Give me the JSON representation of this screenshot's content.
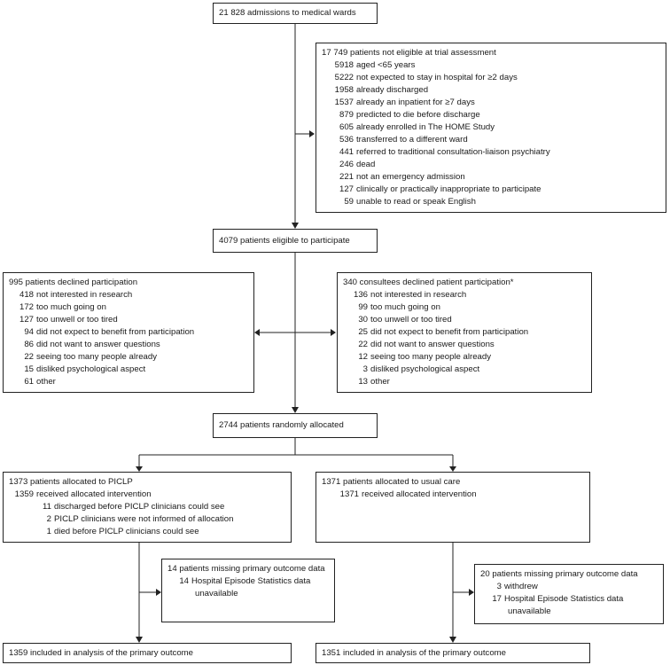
{
  "admissions": "21 828 admissions to medical wards",
  "not_eligible": {
    "title": "17 749 patients not eligible at trial assessment",
    "items": [
      {
        "n": "5918",
        "t": "aged <65 years"
      },
      {
        "n": "5222",
        "t": "not expected to stay in hospital for ≥2 days"
      },
      {
        "n": "1958",
        "t": "already discharged"
      },
      {
        "n": "1537",
        "t": "already an inpatient for ≥7 days"
      },
      {
        "n": "879",
        "t": "predicted to die before discharge"
      },
      {
        "n": "605",
        "t": "already enrolled in The HOME Study"
      },
      {
        "n": "536",
        "t": "transferred to a different ward"
      },
      {
        "n": "441",
        "t": "referred to traditional consultation-liaison psychiatry"
      },
      {
        "n": "246",
        "t": "dead"
      },
      {
        "n": "221",
        "t": "not an emergency admission"
      },
      {
        "n": "127",
        "t": "clinically or practically inappropriate to participate"
      },
      {
        "n": "59",
        "t": "unable to read or speak English"
      }
    ]
  },
  "eligible": "4079 patients eligible to participate",
  "declined_patients": {
    "title": "995 patients declined participation",
    "items": [
      {
        "n": "418",
        "t": "not interested in research"
      },
      {
        "n": "172",
        "t": "too much going on"
      },
      {
        "n": "127",
        "t": "too unwell or too tired"
      },
      {
        "n": "94",
        "t": "did not expect to benefit from participation"
      },
      {
        "n": "86",
        "t": "did not want to answer questions"
      },
      {
        "n": "22",
        "t": "seeing too many people already"
      },
      {
        "n": "15",
        "t": "disliked psychological aspect"
      },
      {
        "n": "61",
        "t": "other"
      }
    ]
  },
  "declined_consultees": {
    "title": "340 consultees declined patient participation*",
    "items": [
      {
        "n": "136",
        "t": "not interested in research"
      },
      {
        "n": "99",
        "t": "too much going on"
      },
      {
        "n": "30",
        "t": "too unwell or too tired"
      },
      {
        "n": "25",
        "t": "did not expect to benefit from participation"
      },
      {
        "n": "22",
        "t": "did not want to answer questions"
      },
      {
        "n": "12",
        "t": "seeing too many people already"
      },
      {
        "n": "3",
        "t": "disliked psychological aspect"
      },
      {
        "n": "13",
        "t": "other"
      }
    ]
  },
  "randomised": "2744 patients randomly allocated",
  "piclp": {
    "title": "1373 patients allocated to PICLP",
    "received": {
      "n": "1359",
      "t": "received allocated intervention"
    },
    "items": [
      {
        "n": "11",
        "t": "discharged before PICLP clinicians could see"
      },
      {
        "n": "2",
        "t": "PICLP clinicians were not informed of allocation"
      },
      {
        "n": "1",
        "t": "died before PICLP clinicians could see"
      }
    ]
  },
  "usual": {
    "title": "1371 patients allocated to usual care",
    "received": {
      "n": "1371",
      "t": "received allocated intervention"
    }
  },
  "missing_piclp": {
    "title": "14 patients missing primary outcome data",
    "items": [
      {
        "n": "14",
        "t": "Hospital Episode Statistics data"
      }
    ],
    "continuation": "unavailable"
  },
  "missing_usual": {
    "title": "20 patients missing primary outcome data",
    "items": [
      {
        "n": "3",
        "t": "withdrew"
      },
      {
        "n": "17",
        "t": "Hospital Episode Statistics data"
      }
    ],
    "continuation": "unavailable"
  },
  "analysed_piclp": "1359 included in analysis of the primary outcome",
  "analysed_usual": "1351 included in analysis of the primary outcome"
}
